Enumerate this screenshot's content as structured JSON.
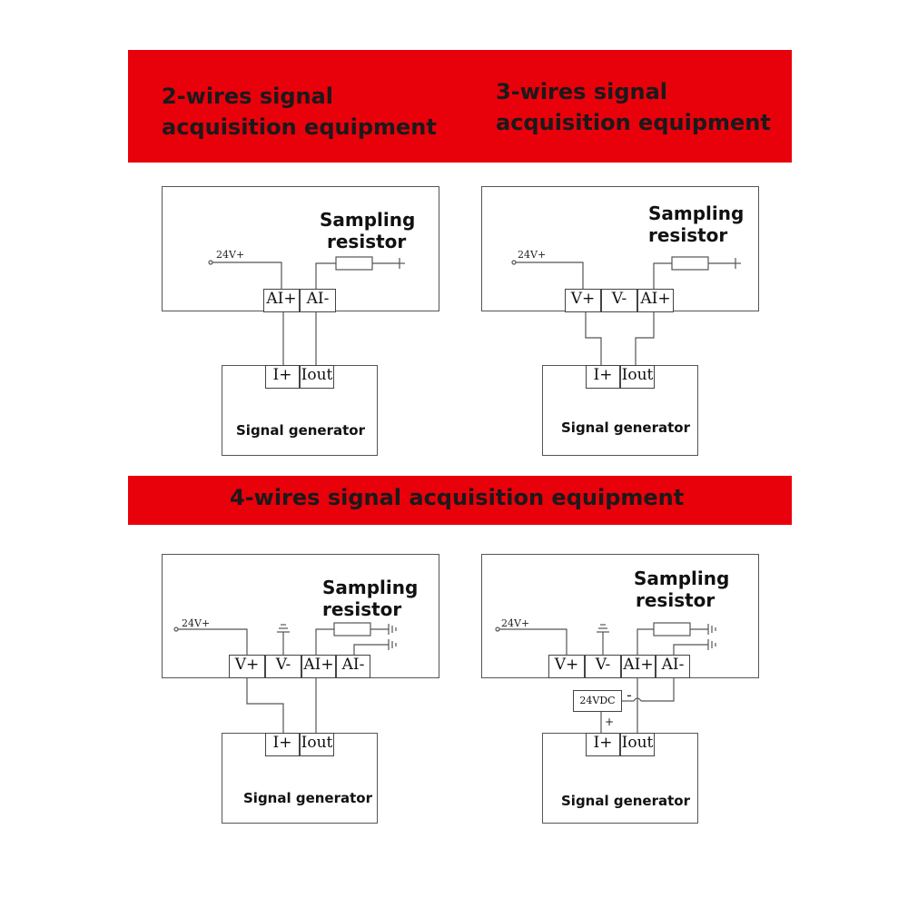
{
  "banners": {
    "two_wire": "2-wires signal\nacquisition equipment",
    "two_wire_line1": "2-wires signal",
    "two_wire_line2": "acquisition equipment",
    "three_wire_line1": "3-wires signal",
    "three_wire_line2": "acquisition equipment",
    "four_wire": "4-wires signal acquisition equipment"
  },
  "colors": {
    "banner": "#e8000b",
    "line": "#555555"
  },
  "common": {
    "sampling_line1": "Sampling",
    "sampling_line2": "resistor",
    "supply": "24V+",
    "generator": "Signal generator",
    "i_plus": "I+",
    "iout": "Iout"
  },
  "diagram_2wire": {
    "terminals": [
      "AI+",
      "AI-"
    ]
  },
  "diagram_3wire": {
    "terminals": [
      "V+",
      "V-",
      "AI+"
    ]
  },
  "diagram_4wire_a": {
    "terminals": [
      "V+",
      "V-",
      "AI+",
      "AI-"
    ]
  },
  "diagram_4wire_b": {
    "terminals": [
      "V+",
      "V-",
      "AI+",
      "AI-"
    ],
    "psu_label": "24VDC",
    "minus": "-",
    "plus": "+"
  }
}
